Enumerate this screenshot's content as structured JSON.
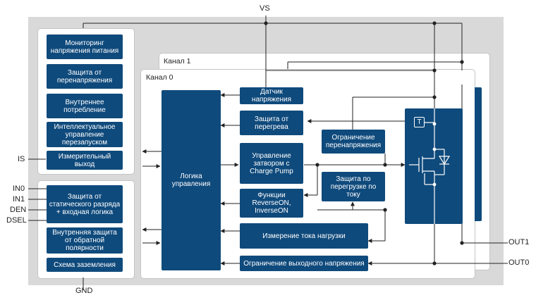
{
  "pins": {
    "vs": "VS",
    "is": "IS",
    "in0": "IN0",
    "in1": "IN1",
    "den": "DEN",
    "dsel": "DSEL",
    "gnd": "GND",
    "out1": "OUT1",
    "out0": "OUT0"
  },
  "channels": {
    "ch1": "Канал 1",
    "ch0": "Канал 0"
  },
  "left_top_blocks": [
    "Мониторинг напряжения питания",
    "Защита от перенапряжения",
    "Внутреннее потребление",
    "Интеллектуальное управление перезапуском",
    "Измерительный выход"
  ],
  "left_bottom_blocks": [
    "Защита от статического разряда + входная логика",
    "Внутренняя защита от обратной полярности",
    "Схема заземления"
  ],
  "logic": "Логика управления",
  "ch0_blocks": {
    "voltage_sensor": "Датчик напряжения",
    "overheat": "Защита от перегрева",
    "gate_control": "Управление затвором с Charge Pump",
    "functions": "Функции ReverseON, InverseON",
    "voltage_limit": "Ограничение перенапряжения",
    "overload": "Защита по перегрузке по току",
    "current_meas": "Измерение тока нагрузки",
    "out_limit": "Ограничение выходного напряжения"
  },
  "temp_symbol": "T",
  "colors": {
    "block": "#0f4a7c",
    "chip_bg": "#d9d9d9",
    "wire": "#222222"
  }
}
